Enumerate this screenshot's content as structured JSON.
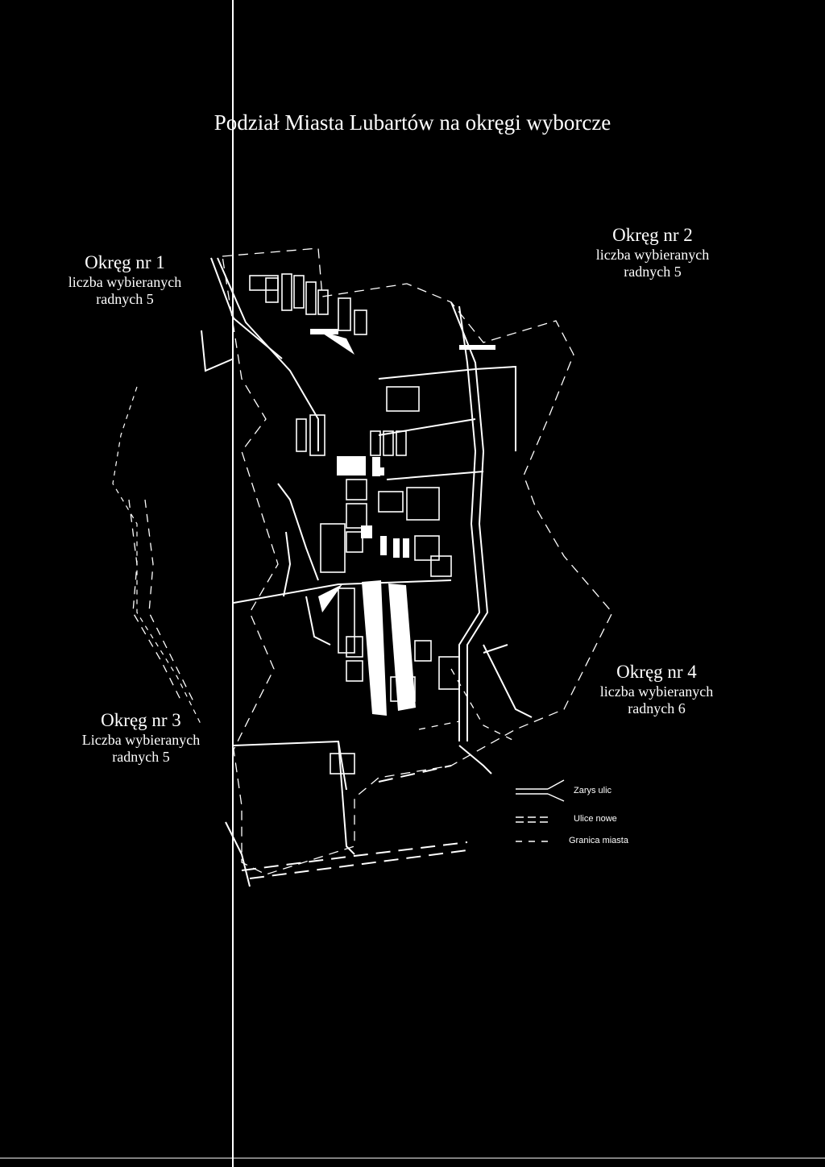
{
  "title": "Podział Miasta Lubartów na okręgi wyborcze",
  "districts": [
    {
      "name": "Okręg nr 1",
      "line1": "liczba wybieranych",
      "line2": "radnych 5"
    },
    {
      "name": "Okręg nr 2",
      "line1": "liczba wybieranych",
      "line2": "radnych 5"
    },
    {
      "name": "Okręg nr 3",
      "line1": "Liczba wybieranych",
      "line2": "radnych 5"
    },
    {
      "name": "Okręg nr 4",
      "line1": "liczba wybieranych",
      "line2": "radnych 6"
    }
  ],
  "legend": {
    "streets": "Zarys ulic",
    "new_streets": "Ulice nowe",
    "boundary": "Granica miasta"
  },
  "colors": {
    "background": "#000000",
    "ink": "#ffffff"
  }
}
